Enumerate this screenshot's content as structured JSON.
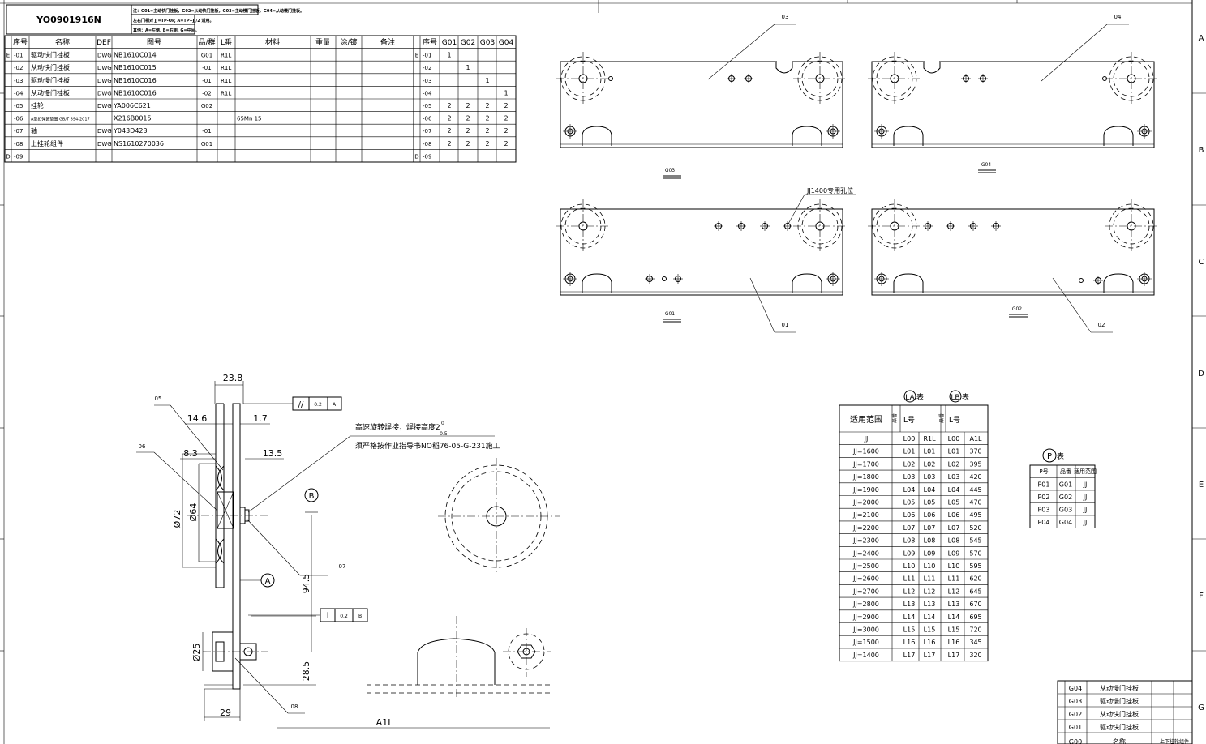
{
  "title_block": {
    "part_no": "YO0901916N",
    "notes": [
      "注：G01=主动快门挂板，G02=从动快门挂板，G03=主动慢门挂板，G04=从动慢门挂板。",
      "左右门相对 JJ=TP-OP, A=TP+JJ/2 适用。",
      "其他：A=左侧, B=右侧, G=中间。"
    ]
  },
  "parts_table": {
    "headers": [
      "序号",
      "名称",
      "DEF",
      "图号",
      "品/群",
      "L番",
      "材料",
      "重量",
      "涂/镀",
      "备注"
    ],
    "rows": [
      {
        "rev": "E",
        "no": "-01",
        "name": "驱动快门挂板",
        "def": "DWG",
        "drawing": "NB1610C014",
        "grp": "G01",
        "l": "R1L",
        "mat": ""
      },
      {
        "rev": "",
        "no": "-02",
        "name": "从动快门挂板",
        "def": "DWG",
        "drawing": "NB1610C015",
        "grp": "-01",
        "l": "R1L",
        "mat": ""
      },
      {
        "rev": "",
        "no": "-03",
        "name": "驱动慢门挂板",
        "def": "DWG",
        "drawing": "NB1610C016",
        "grp": "-01",
        "l": "R1L",
        "mat": ""
      },
      {
        "rev": "",
        "no": "-04",
        "name": "从动慢门挂板",
        "def": "DWG",
        "drawing": "NB1610C016",
        "grp": "-02",
        "l": "R1L",
        "mat": ""
      },
      {
        "rev": "",
        "no": "-05",
        "name": "挂轮",
        "def": "DWG",
        "drawing": "YA006C621",
        "grp": "G02",
        "l": "",
        "mat": ""
      },
      {
        "rev": "",
        "no": "-06",
        "name": "A型扣弹簧垫圈 GB/T 894-2017",
        "def": "",
        "drawing": "X216B0015",
        "grp": "",
        "l": "",
        "mat": "65Mn 15"
      },
      {
        "rev": "",
        "no": "-07",
        "name": "轴",
        "def": "DWG",
        "drawing": "Y043D423",
        "grp": "-01",
        "l": "",
        "mat": ""
      },
      {
        "rev": "",
        "no": "-08",
        "name": "上挂轮组件",
        "def": "DWG",
        "drawing": "NS1610270036",
        "grp": "G01",
        "l": "",
        "mat": ""
      },
      {
        "rev": "D",
        "no": "-09",
        "name": "",
        "def": "",
        "drawing": "",
        "grp": "",
        "l": "",
        "mat": ""
      }
    ]
  },
  "qty_table": {
    "headers": [
      "序号",
      "G01",
      "G02",
      "G03",
      "G04"
    ],
    "rows": [
      {
        "rev": "E",
        "no": "-01",
        "q": [
          "1",
          "",
          "",
          ""
        ]
      },
      {
        "rev": "",
        "no": "-02",
        "q": [
          "",
          "1",
          "",
          ""
        ]
      },
      {
        "rev": "",
        "no": "-03",
        "q": [
          "",
          "",
          "1",
          ""
        ]
      },
      {
        "rev": "",
        "no": "-04",
        "q": [
          "",
          "",
          "",
          "1"
        ]
      },
      {
        "rev": "",
        "no": "-05",
        "q": [
          "2",
          "2",
          "2",
          "2"
        ]
      },
      {
        "rev": "",
        "no": "-06",
        "q": [
          "2",
          "2",
          "2",
          "2"
        ]
      },
      {
        "rev": "",
        "no": "-07",
        "q": [
          "2",
          "2",
          "2",
          "2"
        ]
      },
      {
        "rev": "",
        "no": "-08",
        "q": [
          "2",
          "2",
          "2",
          "2"
        ]
      },
      {
        "rev": "D",
        "no": "-09",
        "q": [
          "",
          "",
          "",
          ""
        ]
      }
    ]
  },
  "views": {
    "labels": [
      "03",
      "04",
      "01",
      "02"
    ],
    "group_labels": [
      "G03",
      "G04",
      "G01",
      "G02"
    ],
    "note_hole": "JJ1400专用孔位"
  },
  "section_view": {
    "dims": [
      "23.8",
      "14.6",
      "1.7",
      "8.3",
      "13.5",
      "Ø72",
      "Ø64",
      "94.5",
      "28.5",
      "Ø25",
      "29",
      "A1L"
    ],
    "balloons": [
      "05",
      "06",
      "07",
      "08"
    ],
    "datums": [
      "A",
      "B"
    ],
    "tolerance_1": {
      "symbol": "//",
      "value": "0.2",
      "datum": "A"
    },
    "tolerance_2": {
      "symbol": "⊥",
      "value": "0.2",
      "datum": "B"
    },
    "note_1": "高速旋转焊接，焊接高度2",
    "note_1_sup": "0",
    "note_1_sub": "-0.5",
    "note_2": "须严格按作业指导书NO稻76-05-G-231施工"
  },
  "la_table": {
    "title_la": "LA",
    "title_lb": "LB",
    "table_suffix": "表",
    "h_range": "适用范围",
    "h_l": "L号",
    "h_group": "品番",
    "rows": [
      [
        "JJ",
        "L00",
        "R1L",
        "L00",
        "A1L"
      ],
      [
        "JJ=1600",
        "L01",
        "L01",
        "L01",
        "370"
      ],
      [
        "JJ=1700",
        "L02",
        "L02",
        "L02",
        "395"
      ],
      [
        "JJ=1800",
        "L03",
        "L03",
        "L03",
        "420"
      ],
      [
        "JJ=1900",
        "L04",
        "L04",
        "L04",
        "445"
      ],
      [
        "JJ=2000",
        "L05",
        "L05",
        "L05",
        "470"
      ],
      [
        "JJ=2100",
        "L06",
        "L06",
        "L06",
        "495"
      ],
      [
        "JJ=2200",
        "L07",
        "L07",
        "L07",
        "520"
      ],
      [
        "JJ=2300",
        "L08",
        "L08",
        "L08",
        "545"
      ],
      [
        "JJ=2400",
        "L09",
        "L09",
        "L09",
        "570"
      ],
      [
        "JJ=2500",
        "L10",
        "L10",
        "L10",
        "595"
      ],
      [
        "JJ=2600",
        "L11",
        "L11",
        "L11",
        "620"
      ],
      [
        "JJ=2700",
        "L12",
        "L12",
        "L12",
        "645"
      ],
      [
        "JJ=2800",
        "L13",
        "L13",
        "L13",
        "670"
      ],
      [
        "JJ=2900",
        "L14",
        "L14",
        "L14",
        "695"
      ],
      [
        "JJ=3000",
        "L15",
        "L15",
        "L15",
        "720"
      ],
      [
        "JJ=1500",
        "L16",
        "L16",
        "L16",
        "345"
      ],
      [
        "JJ=1400",
        "L17",
        "L17",
        "L17",
        "320"
      ]
    ]
  },
  "p_table": {
    "title": "P",
    "suffix": "表",
    "headers": [
      "P号",
      "品番",
      "适用范围"
    ],
    "rows": [
      [
        "P01",
        "G01",
        "JJ"
      ],
      [
        "P02",
        "G02",
        "JJ"
      ],
      [
        "P03",
        "G03",
        "JJ"
      ],
      [
        "P04",
        "G04",
        "JJ"
      ]
    ]
  },
  "group_table": {
    "rows": [
      [
        "G04",
        "从动慢门挂板"
      ],
      [
        "G03",
        "驱动慢门挂板"
      ],
      [
        "G02",
        "从动快门挂板"
      ],
      [
        "G01",
        "驱动快门挂板"
      ]
    ],
    "footer_code": "G00",
    "footer_name": "名称",
    "footer_right": "上下挂轮组件"
  },
  "border_letters": [
    "A",
    "B",
    "C",
    "D",
    "E",
    "F",
    "G"
  ]
}
